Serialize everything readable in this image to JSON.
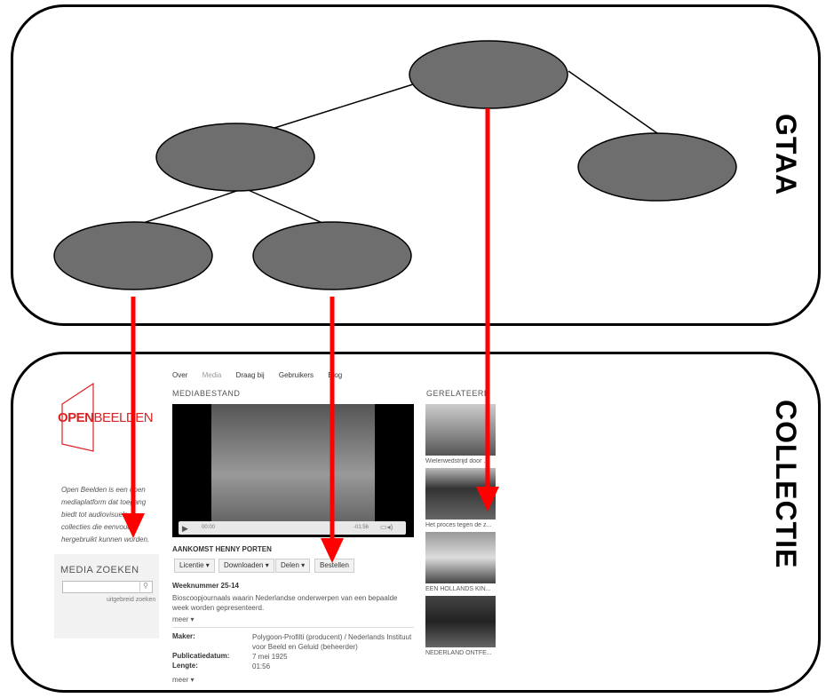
{
  "labels": {
    "gtaa": "GTAA",
    "collectie": "COLLECTIE"
  },
  "site": {
    "logo_bold": "OPEN",
    "logo_light": "BEELDEN",
    "intro": "Open Beelden is een open mediaplatform dat toegang biedt tot audiovisuele collecties die eenvoudig hergebruikt kunnen worden.",
    "search": {
      "title": "MEDIA ZOEKEN",
      "advanced_link": "uitgebreid zoeken"
    },
    "nav": [
      "Over",
      "Media",
      "Draag bij",
      "Gebruikers",
      "Blog"
    ],
    "section_title": "MEDIABESTAND",
    "related_title": "GERELATEERD",
    "player": {
      "time_current": "00:00",
      "time_remaining": "-01:56"
    },
    "clip_title": "AANKOMST HENNY PORTEN",
    "buttons": [
      "Licentie ▾",
      "Downloaden ▾",
      "Delen ▾",
      "Bestellen"
    ],
    "episode": "Weeknummer 25-14",
    "description": "Bioscoopjournaals waarin Nederlandse onderwerpen van een bepaalde week worden gepresenteerd.",
    "more": "meer ▾",
    "meta": {
      "maker_label": "Maker:",
      "maker_value": "Polygoon-Profilti (producent) / Nederlands Instituut voor Beeld en Geluid (beheerder)",
      "date_label": "Publicatiedatum:",
      "date_value": "7 mei 1925",
      "length_label": "Lengte:",
      "length_value": "01:56",
      "more": "meer ▾"
    },
    "related": [
      "Wielerwedstrijd door ...",
      "Het proces tegen de z...",
      "EEN HOLLANDS KIN...",
      "NEDERLAND ONTFE..."
    ]
  },
  "colors": {
    "node_fill": "#6e6e6e",
    "arrow": "#ff0000",
    "logo_red": "#dd2222"
  }
}
